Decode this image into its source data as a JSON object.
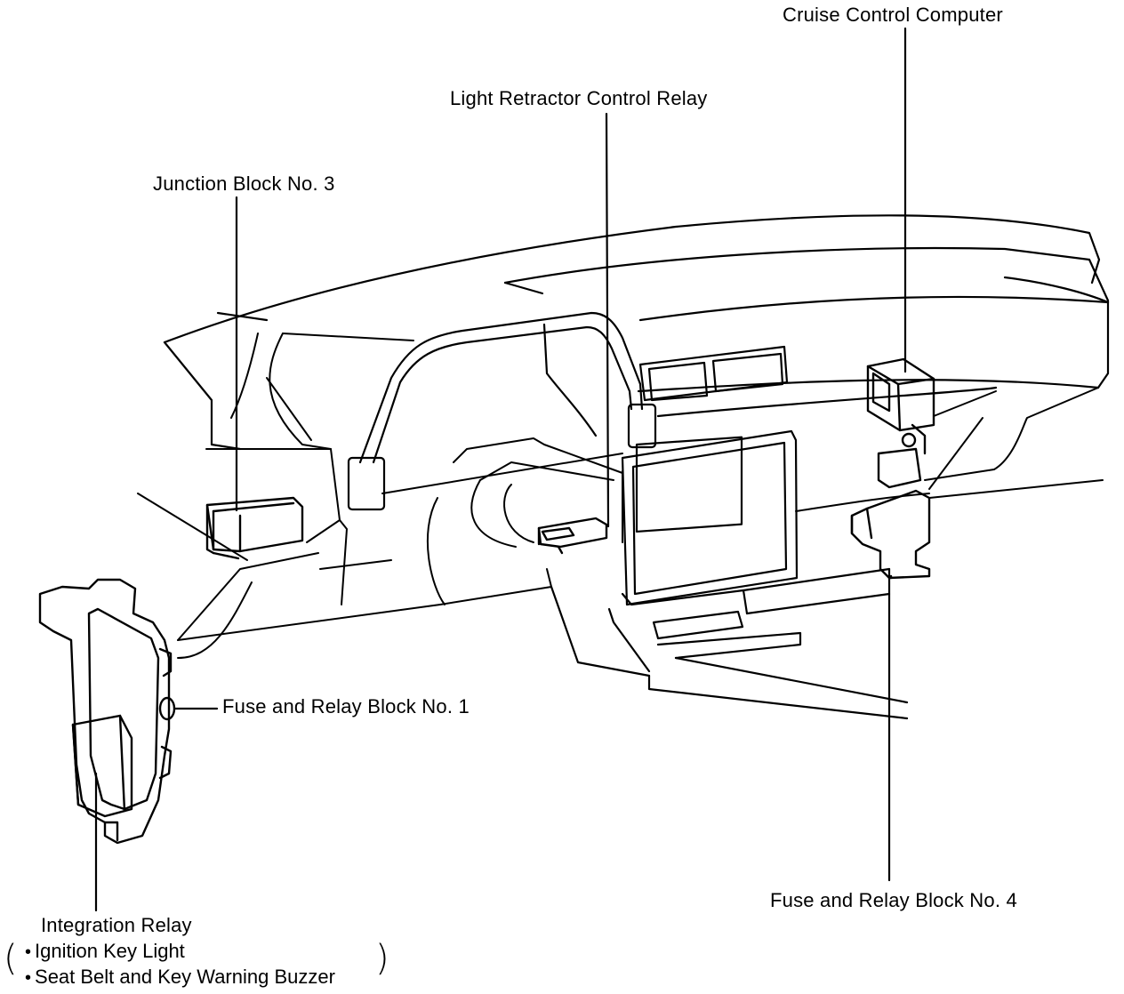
{
  "labels": {
    "cruise_control_computer": "Cruise Control Computer",
    "light_retractor_control_relay": "Light Retractor Control Relay",
    "junction_block_no3": "Junction Block No. 3",
    "fuse_relay_block_no1": "Fuse and Relay Block No. 1",
    "fuse_relay_block_no4": "Fuse and Relay Block No. 4",
    "integration_relay": "Integration Relay",
    "integration_relay_items": [
      "Ignition Key Light",
      "Seat Belt and Key Warning Buzzer"
    ]
  },
  "colors": {
    "ink": "#000000",
    "background": "#ffffff"
  }
}
